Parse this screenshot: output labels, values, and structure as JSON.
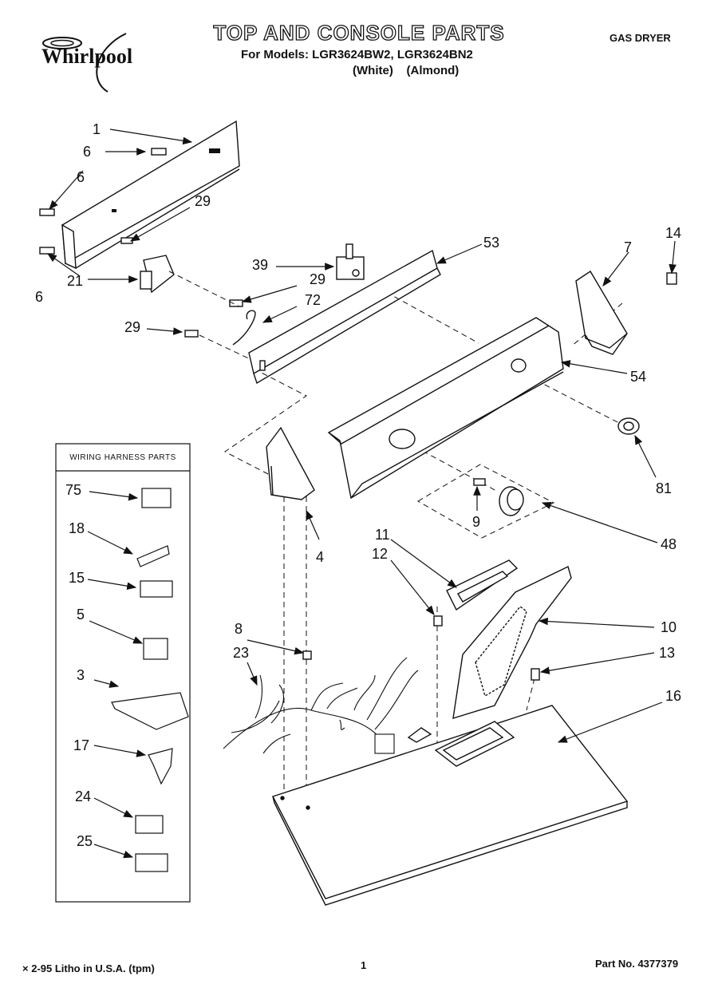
{
  "header": {
    "brand": "Whirlpool",
    "title": "TOP AND CONSOLE PARTS",
    "models_line": "For Models: LGR3624BW2, LGR3624BN2",
    "colors_line": "(White)    (Almond)",
    "category": "GAS DRYER"
  },
  "harness_box": {
    "title": "WIRING HARNESS PARTS",
    "items": [
      "75",
      "18",
      "15",
      "5",
      "3",
      "17",
      "24",
      "25"
    ]
  },
  "callouts": [
    "1",
    "6",
    "6",
    "6",
    "29",
    "29",
    "29",
    "21",
    "72",
    "39",
    "53",
    "7",
    "14",
    "54",
    "81",
    "4",
    "9",
    "48",
    "11",
    "12",
    "10",
    "13",
    "8",
    "23",
    "16"
  ],
  "footer": {
    "left": "2-95 Litho in U.S.A. (tpm)",
    "page": "1",
    "part_no": "Part No. 4377379"
  }
}
